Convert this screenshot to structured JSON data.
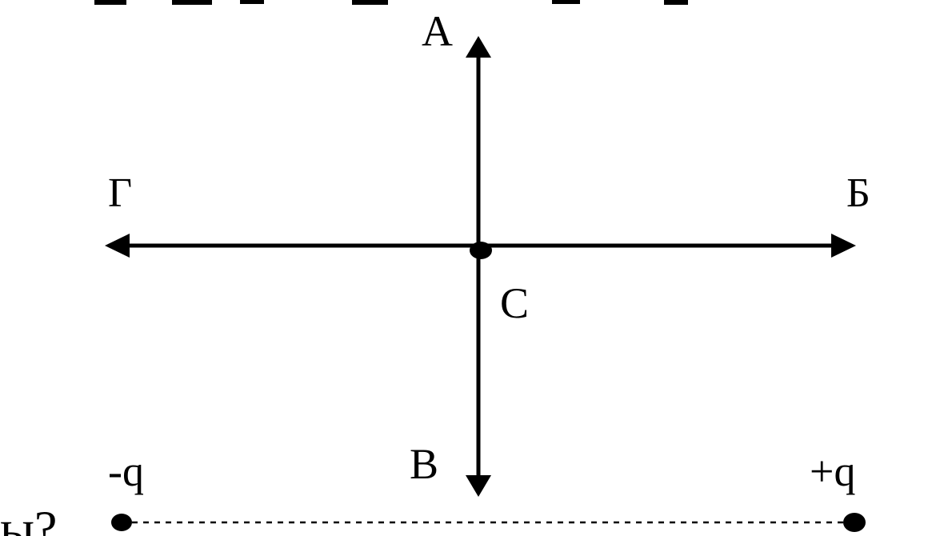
{
  "diagram": {
    "labels": {
      "a": "А",
      "b": "Б",
      "v": "В",
      "g": "Г",
      "c": "С",
      "neg_charge": "-q",
      "pos_charge": "+q",
      "cropped_text": "ы?"
    },
    "colors": {
      "ink": "#000000",
      "background": "#ffffff"
    }
  }
}
